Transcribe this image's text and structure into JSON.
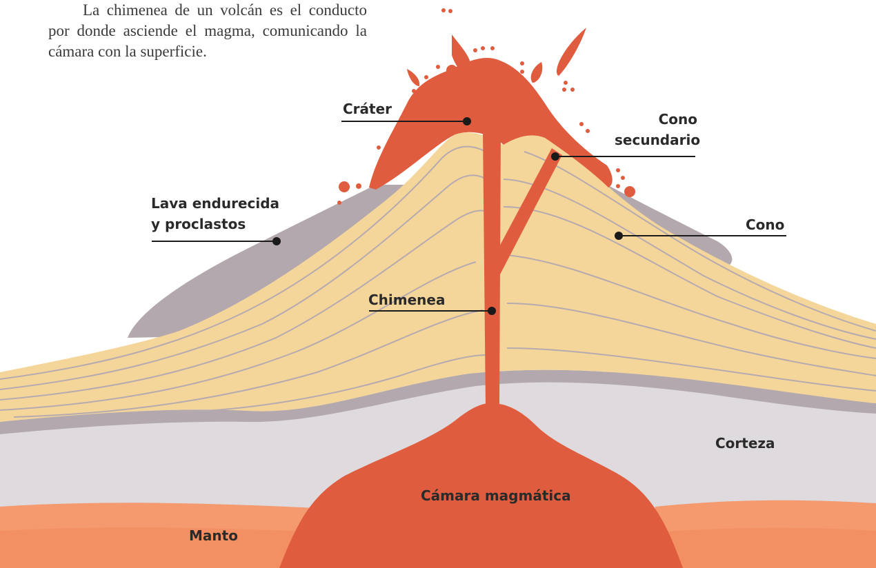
{
  "intro_text": "La chimenea de un volcán es el conducto por donde asciende el magma, comunicando la cámara con la superficie.",
  "labels": {
    "crater": "Cráter",
    "secondary_cone_line1": "Cono",
    "secondary_cone_line2": "secundario",
    "hardened_lava_line1": "Lava endurecida",
    "hardened_lava_line2": "y proclastos",
    "cone": "Cono",
    "chimney": "Chimenea",
    "crust": "Corteza",
    "magma_chamber": "Cámara magmática",
    "mantle": "Manto"
  },
  "colors": {
    "magma": "#e05c3e",
    "cone": "#f4d59a",
    "cone_lines": "#b5aab0",
    "hardened_lava": "#b3a8ad",
    "crust": "#dedadd",
    "mantle": "#f49a6e",
    "leader": "#1a1a1a"
  }
}
